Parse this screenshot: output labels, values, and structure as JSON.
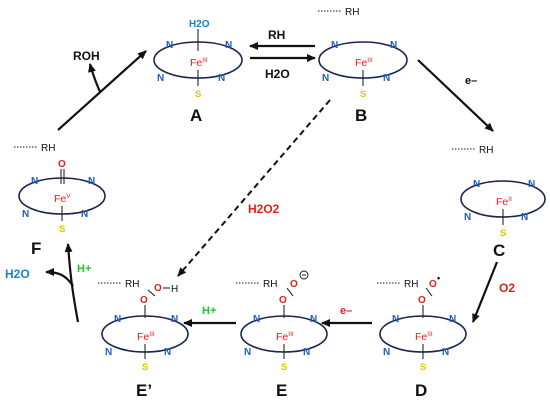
{
  "species": {
    "A": {
      "label": "A",
      "axial_top": "H2O",
      "iron": "Fe",
      "iron_ox": "III",
      "axial_bottom": "S",
      "ring_atom": "N"
    },
    "B": {
      "label": "B",
      "substrate": "RH",
      "iron": "Fe",
      "iron_ox": "III",
      "axial_bottom": "S",
      "ring_atom": "N"
    },
    "C": {
      "label": "C",
      "substrate": "RH",
      "iron": "Fe",
      "iron_ox": "II",
      "axial_bottom": "S",
      "ring_atom": "N"
    },
    "D": {
      "label": "D",
      "substrate": "RH",
      "iron": "Fe",
      "iron_ox": "III",
      "axial_bottom": "S",
      "ring_atom": "N"
    },
    "E": {
      "label": "E",
      "substrate": "RH",
      "iron": "Fe",
      "iron_ox": "III",
      "axial_bottom": "S",
      "ring_atom": "N"
    },
    "Eprime": {
      "label": "E’",
      "substrate": "RH",
      "iron": "Fe",
      "iron_ox": "III",
      "axial_bottom": "S",
      "ring_atom": "N"
    },
    "F": {
      "label": "F",
      "substrate": "RH",
      "axial_top": "O",
      "iron": "Fe",
      "iron_ox": "V",
      "axial_bottom": "S",
      "ring_atom": "N"
    }
  },
  "reagents": {
    "rh": "RH",
    "h2o_top": "H2O",
    "electron_bc": "e–",
    "o2": "O2",
    "electron_de": "e–",
    "proton_eeprime": "H+",
    "proton_eprimef": "H+",
    "h2o_out": "H2O",
    "roh": "ROH",
    "h2o2": "H2O2",
    "oxygen": "O",
    "hydrogen": "H"
  },
  "colors": {
    "red": "#e0201b",
    "blue_n": "#1f5fbf",
    "water_blue": "#1a83c8",
    "sulfur": "#e6c200",
    "proton_green": "#22c22a",
    "ring_navy": "#1a2550",
    "ink": "#111111"
  }
}
